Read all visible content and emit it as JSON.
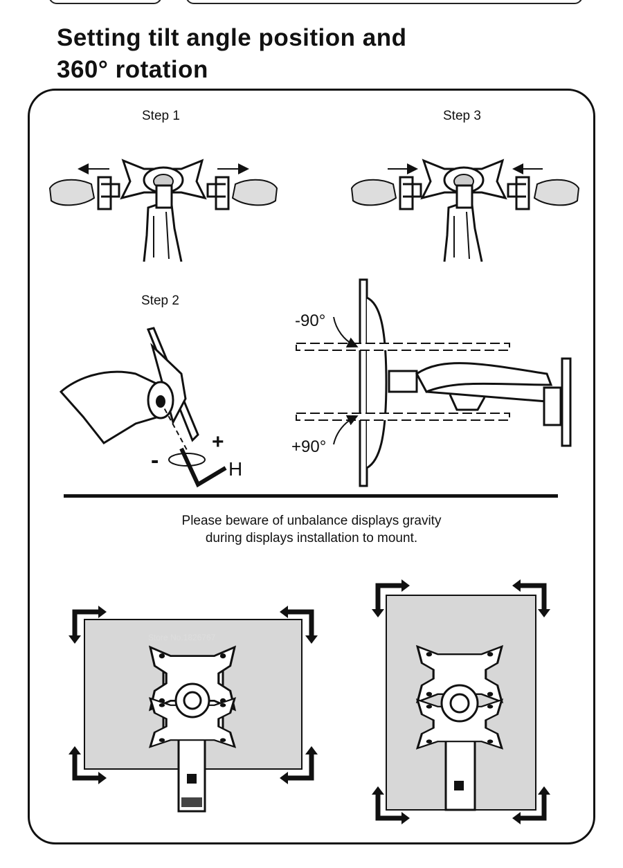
{
  "title": {
    "line1": "Setting tilt angle position and",
    "line2": "360° rotation"
  },
  "steps": {
    "step1": "Step 1",
    "step2": "Step 2",
    "step3": "Step 3"
  },
  "tilt": {
    "up": "-90°",
    "down": "+90°"
  },
  "wrench": {
    "plus": "+",
    "minus": "-",
    "h": "H"
  },
  "note": {
    "line1": "Please beware of unbalance displays gravity",
    "line2": "during displays installation to mount."
  },
  "watermark": "Store No.1826767",
  "colors": {
    "screen": "#d7d7d7",
    "ink": "#111111"
  }
}
